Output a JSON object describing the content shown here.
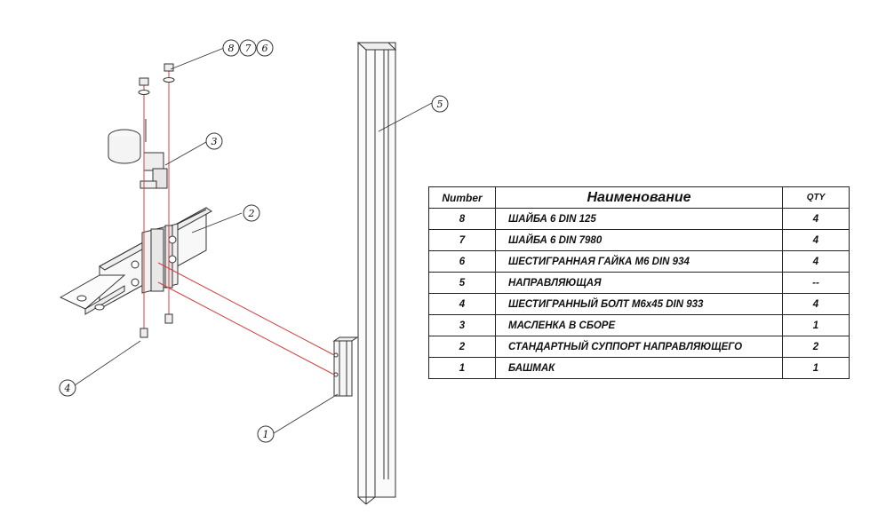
{
  "callouts": [
    {
      "id": "c876",
      "label": "8"
    },
    {
      "id": "c876b",
      "label": "7"
    },
    {
      "id": "c876c",
      "label": "6"
    },
    {
      "id": "c5",
      "label": "5"
    },
    {
      "id": "c3",
      "label": "3"
    },
    {
      "id": "c2",
      "label": "2"
    },
    {
      "id": "c4",
      "label": "4"
    },
    {
      "id": "c1",
      "label": "1"
    }
  ],
  "bom": {
    "headers": {
      "number": "Number",
      "name": "Наименование",
      "qty": "QTY"
    },
    "rows": [
      {
        "number": "8",
        "name": "ШАЙБА 6 DIN 125",
        "qty": "4"
      },
      {
        "number": "7",
        "name": "ШАЙБА 6 DIN 7980",
        "qty": "4"
      },
      {
        "number": "6",
        "name": "ШЕСТИГРАННАЯ ГАЙКА М6 DIN 934",
        "qty": "4"
      },
      {
        "number": "5",
        "name": "НАПРАВЛЯЮЩАЯ",
        "qty": "--"
      },
      {
        "number": "4",
        "name": "ШЕСТИГРАННЫЙ БОЛТ М6х45 DIN 933",
        "qty": "4"
      },
      {
        "number": "3",
        "name": "МАСЛЕНКА В СБОРЕ",
        "qty": "1"
      },
      {
        "number": "2",
        "name": "СТАНДАРТНЫЙ СУППОРТ НАПРАВЛЯЮЩЕГО",
        "qty": "2"
      },
      {
        "number": "1",
        "name": "БАШМАК",
        "qty": "1"
      }
    ]
  }
}
